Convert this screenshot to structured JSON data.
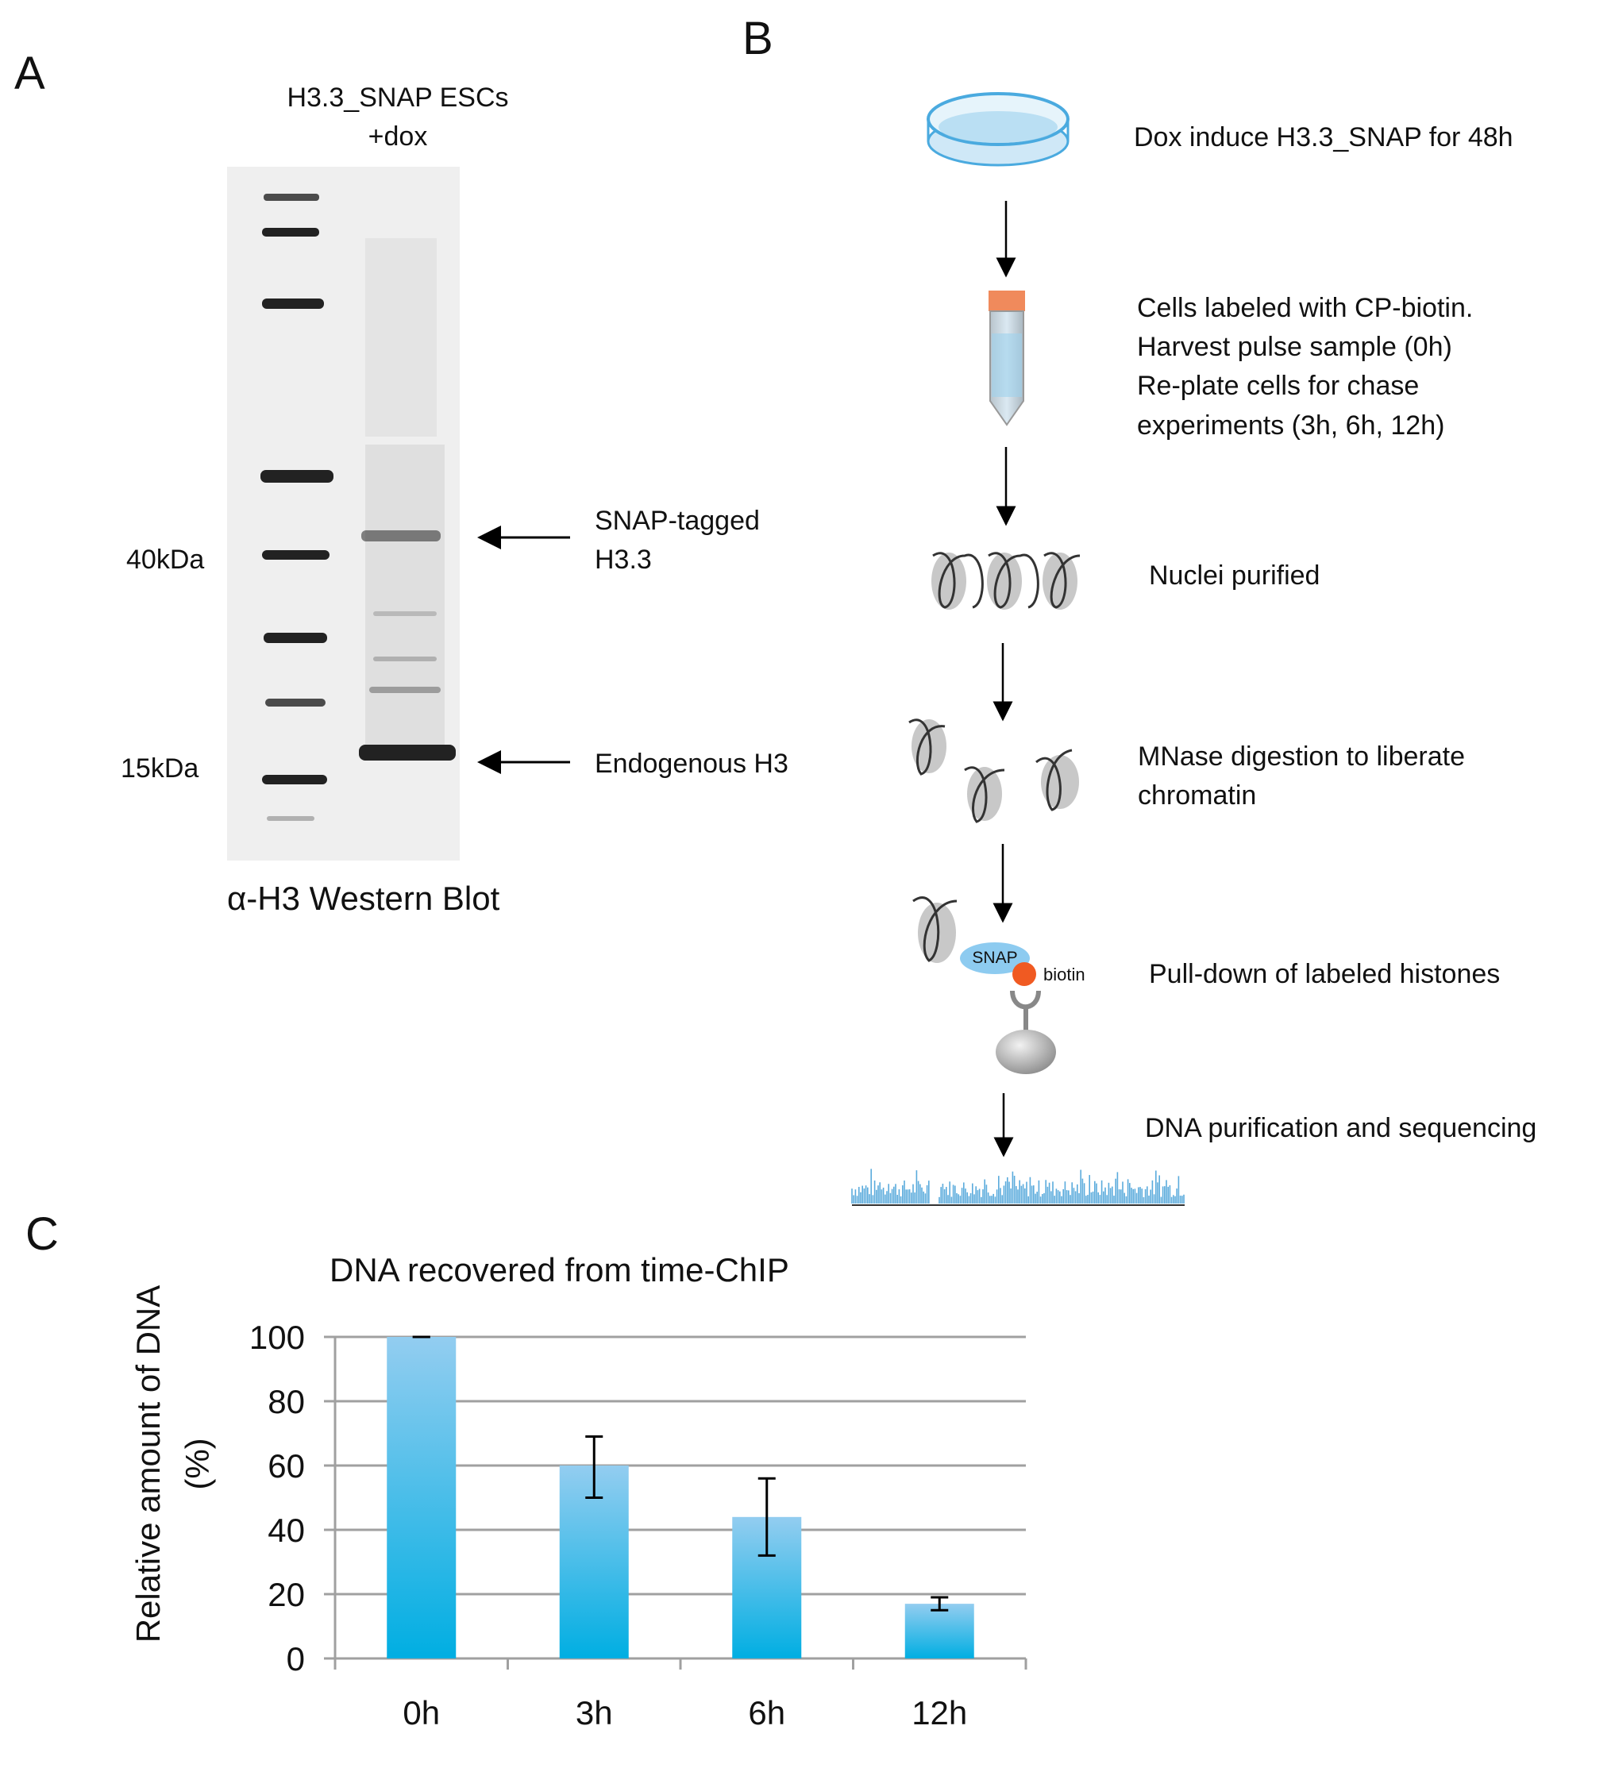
{
  "panel_a": {
    "label": "A",
    "header_line1": "H3.3_SNAP ESCs",
    "header_line2": "+dox",
    "marker_40": "40kDa",
    "marker_15": "15kDa",
    "arrow_snap_line1": "SNAP-tagged",
    "arrow_snap_line2": "H3.3",
    "arrow_endo": "Endogenous H3",
    "caption": "α-H3 Western Blot"
  },
  "panel_b": {
    "label": "B",
    "steps": [
      {
        "lines": [
          "Dox induce H3.3_SNAP for 48h"
        ]
      },
      {
        "lines": [
          "Cells labeled with CP-biotin.",
          "Harvest pulse sample (0h)",
          "Re-plate cells for chase",
          "experiments (3h, 6h, 12h)"
        ]
      },
      {
        "lines": [
          "Nuclei purified"
        ]
      },
      {
        "lines": [
          "MNase digestion to liberate",
          "chromatin"
        ]
      },
      {
        "lines": [
          "Pull-down of labeled histones"
        ]
      },
      {
        "lines": [
          "DNA purification and sequencing"
        ]
      }
    ],
    "snap_label": "SNAP",
    "biotin_label": "biotin",
    "colors": {
      "blue": "#5aabdc",
      "orange": "#f05a22",
      "grey": "#c8c8c8"
    }
  },
  "panel_c": {
    "label": "C"
  },
  "chart_data": {
    "type": "bar",
    "title": "DNA recovered from time-ChIP",
    "xlabel": "",
    "ylabel_line1": "Relative amount of DNA",
    "ylabel_line2": "(%)",
    "categories": [
      "0h",
      "3h",
      "6h",
      "12h"
    ],
    "values": [
      100,
      60,
      44,
      17
    ],
    "error_low": [
      100,
      50,
      32,
      15
    ],
    "error_high": [
      100,
      69,
      56,
      19
    ],
    "ylim": [
      0,
      100
    ],
    "yticks": [
      "0",
      "20",
      "40",
      "60",
      "80",
      "100"
    ],
    "grid": true,
    "bar_color_top": "#93cdf0",
    "bar_color_bottom": "#00aee2"
  }
}
